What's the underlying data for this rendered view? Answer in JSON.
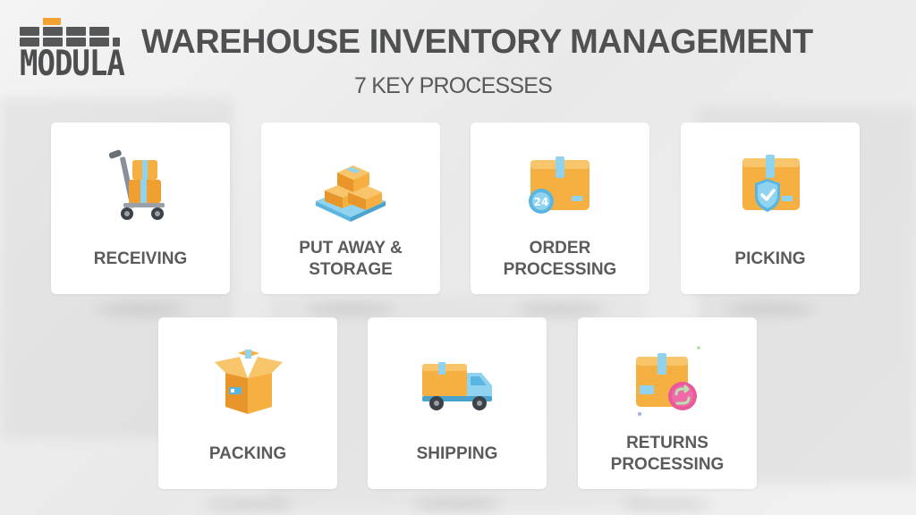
{
  "brand": {
    "logo_text": "MODULA",
    "colors": {
      "dark": "#565759",
      "accent": "#f2a231"
    }
  },
  "header": {
    "title": "WAREHOUSE INVENTORY MANAGEMENT",
    "subtitle": "7 KEY PROCESSES"
  },
  "processes": [
    {
      "label": "RECEIVING",
      "icon": "hand-truck-icon"
    },
    {
      "label": "PUT AWAY &\nSTORAGE",
      "icon": "stacked-boxes-icon"
    },
    {
      "label": "ORDER\nPROCESSING",
      "icon": "box-24-hour-icon"
    },
    {
      "label": "PICKING",
      "icon": "box-shield-check-icon"
    },
    {
      "label": "PACKING",
      "icon": "open-box-icon"
    },
    {
      "label": "SHIPPING",
      "icon": "delivery-truck-icon"
    },
    {
      "label": "RETURNS\nPROCESSING",
      "icon": "box-return-icon"
    }
  ]
}
